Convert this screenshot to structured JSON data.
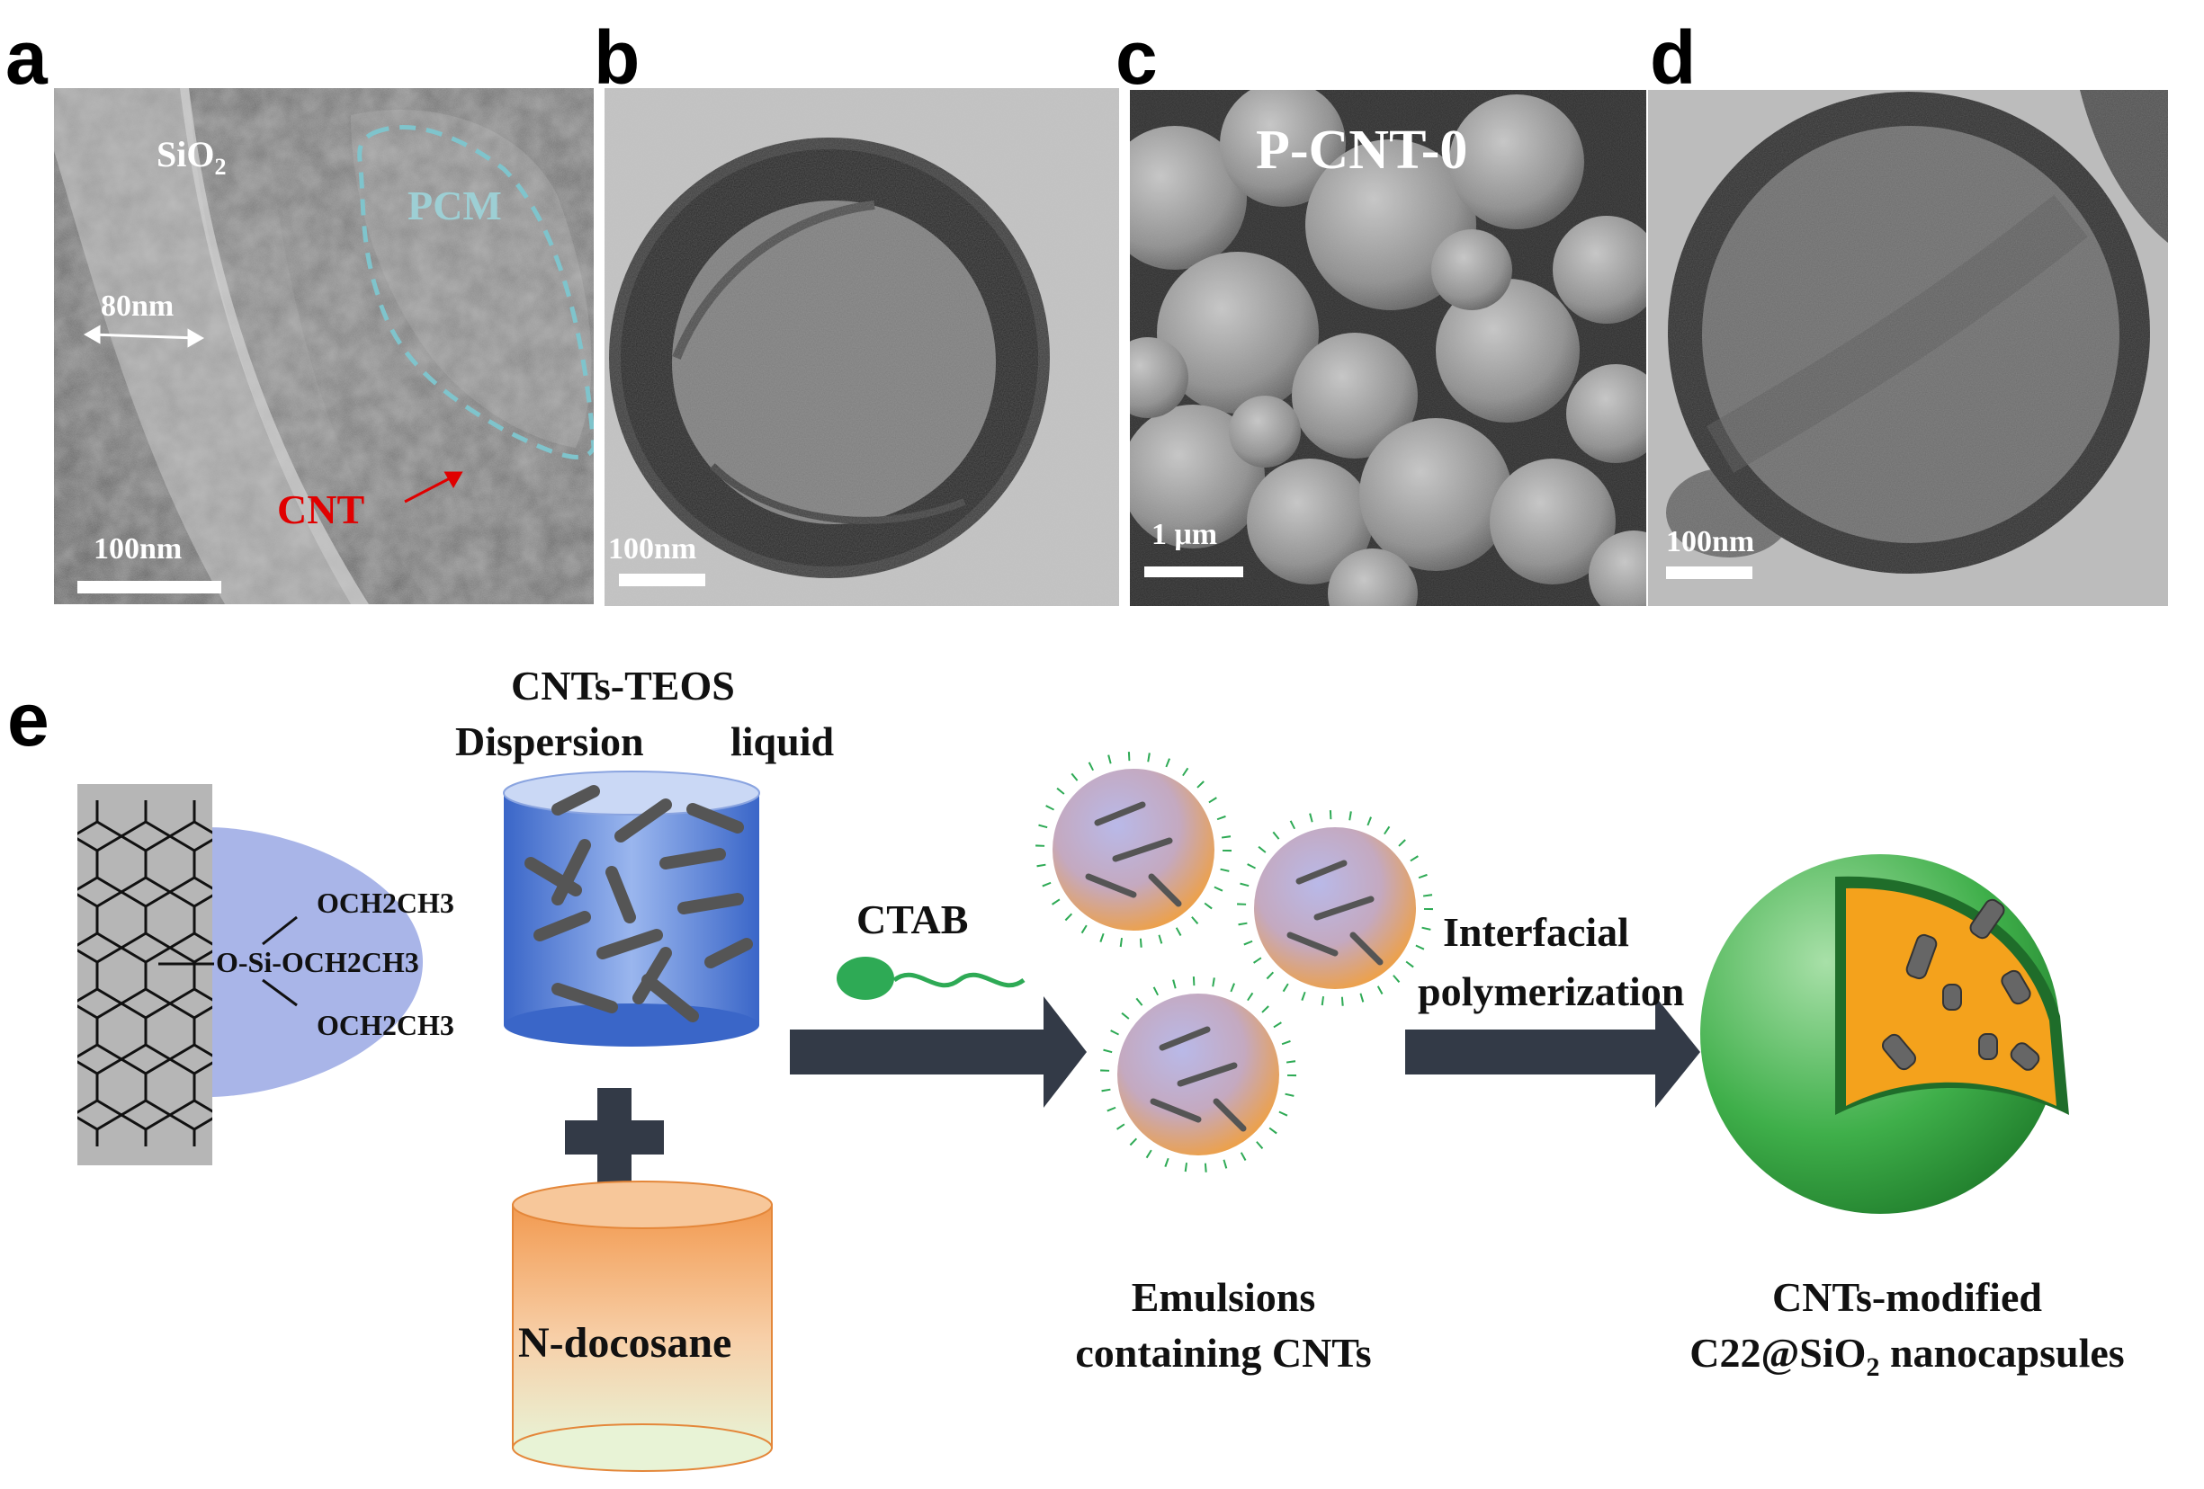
{
  "panels": {
    "a": {
      "letter": "a",
      "label_sio2": "SiO",
      "label_sio2_sub": "2",
      "label_pcm": "PCM",
      "label_cnt": "CNT",
      "thickness": "80nm",
      "scale": "100nm"
    },
    "b": {
      "letter": "b",
      "scale": "100nm"
    },
    "c": {
      "letter": "c",
      "title": "P-CNT-0",
      "scale": "1 μm"
    },
    "d": {
      "letter": "d",
      "scale": "100nm"
    },
    "e": {
      "letter": "e",
      "cnt_teos_title": "CNTs-TEOS",
      "dispersion": "Dispersion",
      "liquid": "liquid",
      "och2ch3_top": "OCH2CH3",
      "o_si": "O-Si-OCH2CH3",
      "och2ch3_bottom": "OCH2CH3",
      "ctab": "CTAB",
      "docosane": "N-docosane",
      "interfacial": "Interfacial",
      "polymerization": "polymerization",
      "emulsions_line1": "Emulsions",
      "emulsions_line2": "containing CNTs",
      "product_line1": "CNTs-modified",
      "product_line2_pre": "C22@SiO",
      "product_line2_sub": "2",
      "product_line2_post": " nanocapsules"
    }
  },
  "colors": {
    "pcm_outline": "#7fc4cc",
    "cnt_label": "#e00000",
    "arrow": "#333a47",
    "shell_green": "#3faf4a",
    "core_orange": "#f4a21c",
    "ctab_green": "#2eaa55",
    "teos_blue": "#4a78d8",
    "docosane_orange": "#f29a50"
  }
}
